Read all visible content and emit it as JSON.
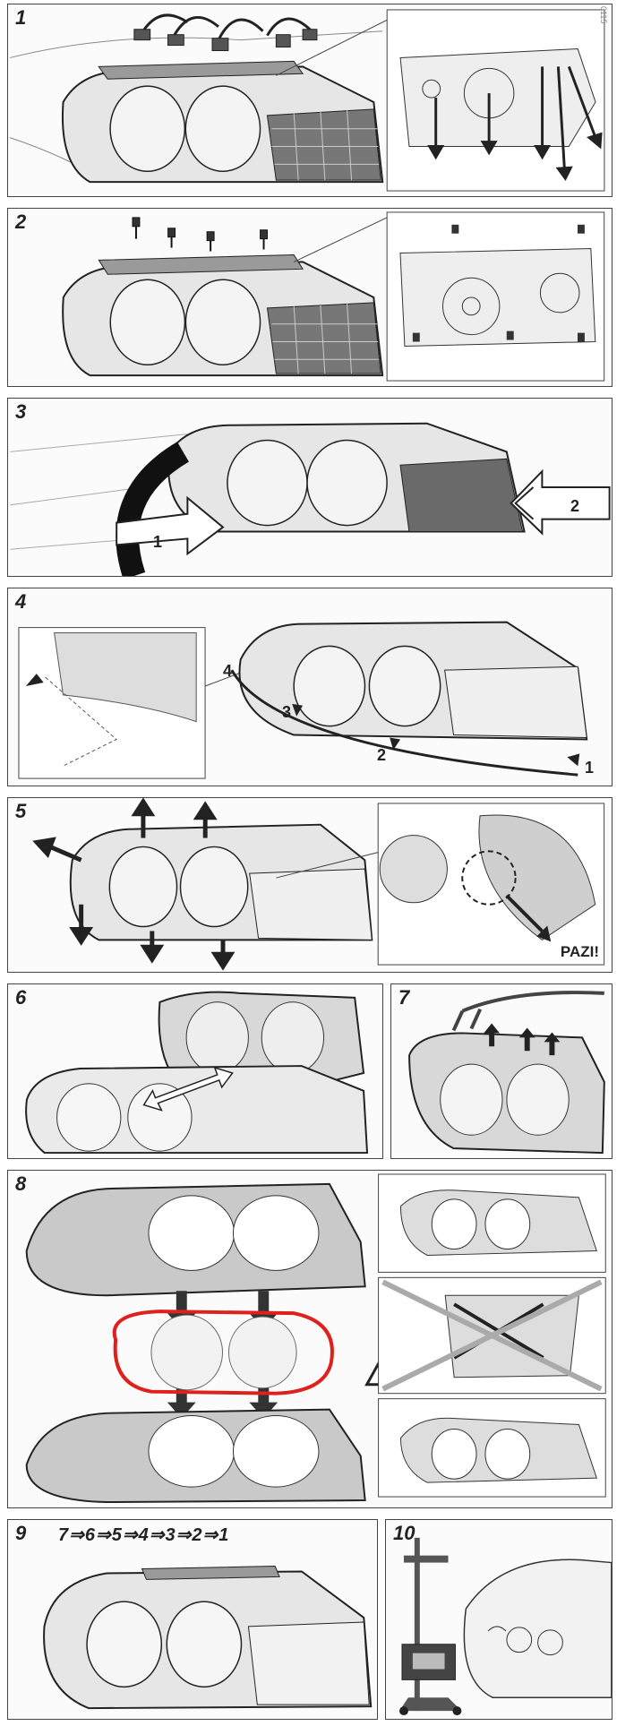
{
  "steps": [
    {
      "number": "1"
    },
    {
      "number": "2"
    },
    {
      "number": "3",
      "callouts": [
        "1",
        "2"
      ]
    },
    {
      "number": "4",
      "callouts": [
        "4",
        "3",
        "2",
        "1"
      ]
    },
    {
      "number": "5",
      "warning": "PAZI!"
    },
    {
      "number": "6"
    },
    {
      "number": "7"
    },
    {
      "number": "8"
    },
    {
      "number": "9",
      "sequence": "7⇒6⇒5⇒4⇒3⇒2⇒1"
    },
    {
      "number": "10"
    }
  ],
  "edge_mark": "0115",
  "colors": {
    "line": "#333333",
    "shade": "#9a9a9a",
    "dark": "#555555",
    "highlight_circle": "#e0201b",
    "panel_bg": "#fbfbfb"
  },
  "icons": [
    "warning-triangle-icon",
    "arrow-icon",
    "cross-out-icon",
    "screw-icon"
  ]
}
